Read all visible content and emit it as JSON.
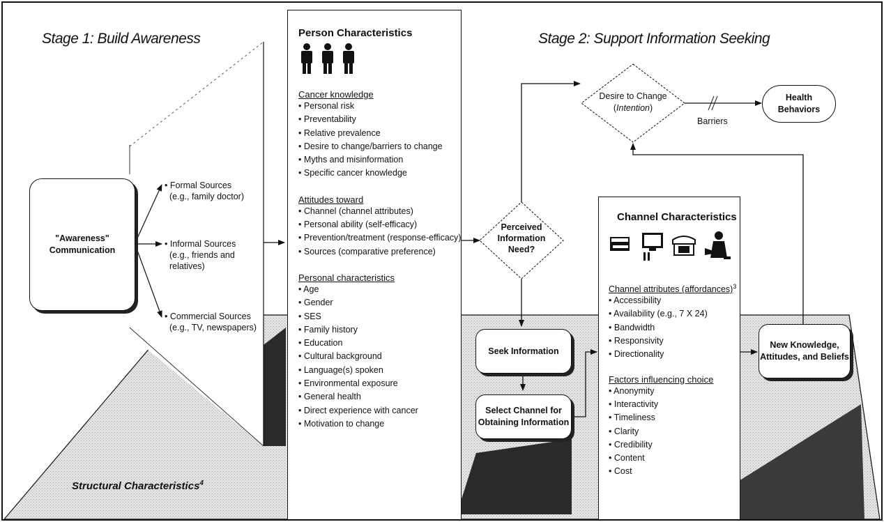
{
  "stage1_title": "Stage 1: Build Awareness",
  "stage2_title": "Stage 2: Support Information Seeking",
  "structural": {
    "label": "Structural Characteristics",
    "superscript": "4"
  },
  "awareness_box": {
    "line1": "\"Awareness\"",
    "line2": "Communication"
  },
  "sources": [
    {
      "title": "Formal Sources",
      "detail": "(e.g., family doctor)"
    },
    {
      "title": "Informal Sources",
      "detail": "(e.g., friends and relatives)"
    },
    {
      "title": "Commercial Sources",
      "detail": "(e.g., TV, newspapers)"
    }
  ],
  "person": {
    "title": "Person Characteristics",
    "sections": [
      {
        "heading": "Cancer knowledge",
        "items": [
          "Personal risk",
          "Preventability",
          "Relative prevalence",
          "Desire to change/barriers to change",
          "Myths and misinformation",
          "Specific cancer knowledge"
        ]
      },
      {
        "heading": "Attitudes toward",
        "items": [
          "Channel (channel attributes)",
          "Personal ability (self-efficacy)",
          "Prevention/treatment (response-efficacy)",
          "Sources (comparative preference)"
        ]
      },
      {
        "heading": "Personal characteristics",
        "items": [
          "Age",
          "Gender",
          "SES",
          "Family history",
          "Education",
          "Cultural background",
          "Language(s) spoken",
          "Environmental exposure",
          "General health",
          "Direct experience with cancer",
          "Motivation to change"
        ]
      }
    ]
  },
  "perceived_need": {
    "line1": "Perceived",
    "line2": "Information",
    "line3": "Need?"
  },
  "desire": {
    "line1": "Desire to Change",
    "line2": "Intention"
  },
  "health": {
    "line1": "Health",
    "line2": "Behaviors"
  },
  "barriers": "Barriers",
  "seek": "Seek Information",
  "select_channel": {
    "line1": "Select Channel for",
    "line2": "Obtaining Information"
  },
  "channel": {
    "title": "Channel Characteristics",
    "sections": [
      {
        "heading": "Channel attributes (affordances)",
        "superscript": "3",
        "items": [
          "Accessibility",
          "Availability (e.g., 7 X 24)",
          "Bandwidth",
          "Responsivity",
          "Directionality"
        ]
      },
      {
        "heading": "Factors influencing choice",
        "items": [
          "Anonymity",
          "Interactivity",
          "Timeliness",
          "Clarity",
          "Credibility",
          "Content",
          "Cost"
        ]
      }
    ]
  },
  "new_knowledge": {
    "line1": "New Knowledge,",
    "line2": "Attitudes, and Beliefs"
  },
  "icons": [
    "person-figure-icon",
    "book-icon",
    "computer-icon",
    "telephone-icon",
    "speaker-person-icon"
  ]
}
